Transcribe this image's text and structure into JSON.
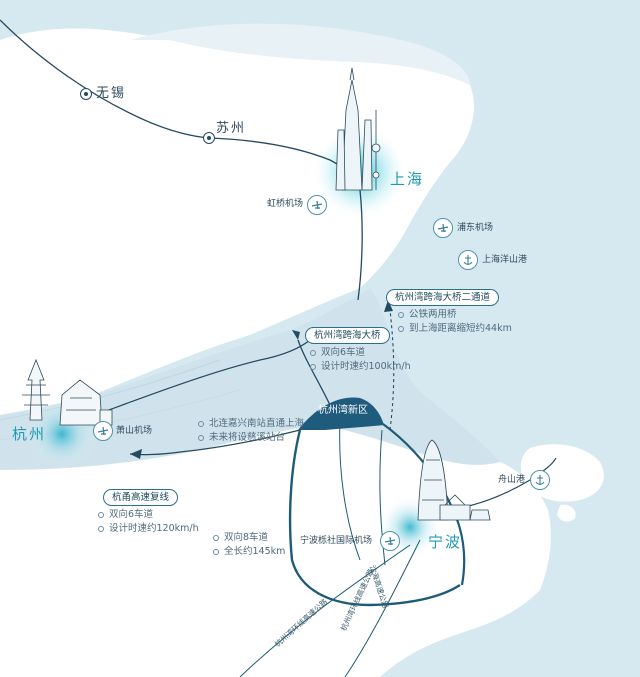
{
  "cities": {
    "wuxi": "无锡",
    "suzhou": "苏州",
    "shanghai": "上海",
    "hangzhou": "杭州",
    "ningbo": "宁波"
  },
  "airports": {
    "hongqiao": "虹桥机场",
    "pudong": "浦东机场",
    "xiaoshan": "萧山机场",
    "ningbo_lishe": "宁波栎社国际机场"
  },
  "ports": {
    "yangshan": "上海洋山港",
    "zhoushan": "舟山港"
  },
  "district": "杭州湾新区",
  "bridges": {
    "second_channel": {
      "label": "杭州湾跨海大桥二通道",
      "notes": [
        "公铁两用桥",
        "到上海距离缩短约44km"
      ]
    },
    "main": {
      "label": "杭州湾跨海大桥",
      "notes": [
        "双向6车道",
        "设计时速约100km/h"
      ]
    },
    "hangyong": {
      "label": "杭甬高速复线",
      "notes": [
        "双向6车道",
        "设计时速约120km/h"
      ]
    }
  },
  "rail_notes": [
    "北连嘉兴南站直通上海",
    "未来将设慈溪站台"
  ],
  "highway_notes": [
    "双向8车道",
    "全长约145km"
  ],
  "road_tags": [
    "杭州湾环线高速公路",
    "沈海高速公路",
    "杭州湾环线高速公路"
  ],
  "colors": {
    "sea": "#d4e6ef",
    "land": "#ffffff",
    "road": "#1d5b78",
    "accent": "#27b6cc",
    "district": "#1f5b7c"
  }
}
